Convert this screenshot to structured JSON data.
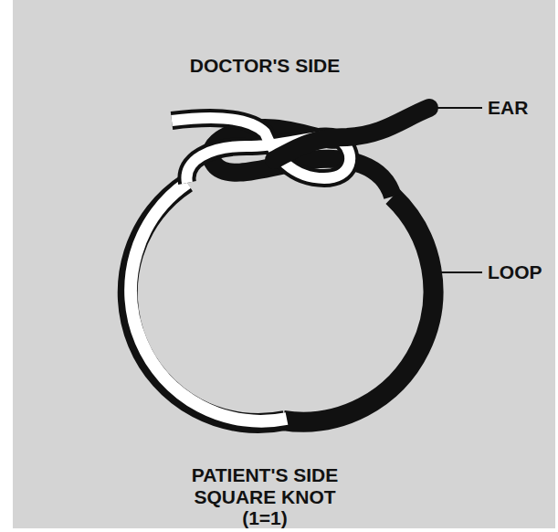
{
  "diagram": {
    "labels": [
      "DOCTOR'S SIDE",
      "EAR",
      "LOOP",
      "PATIENT'S SIDE",
      "SQUARE KNOT",
      "(1=1)"
    ]
  }
}
